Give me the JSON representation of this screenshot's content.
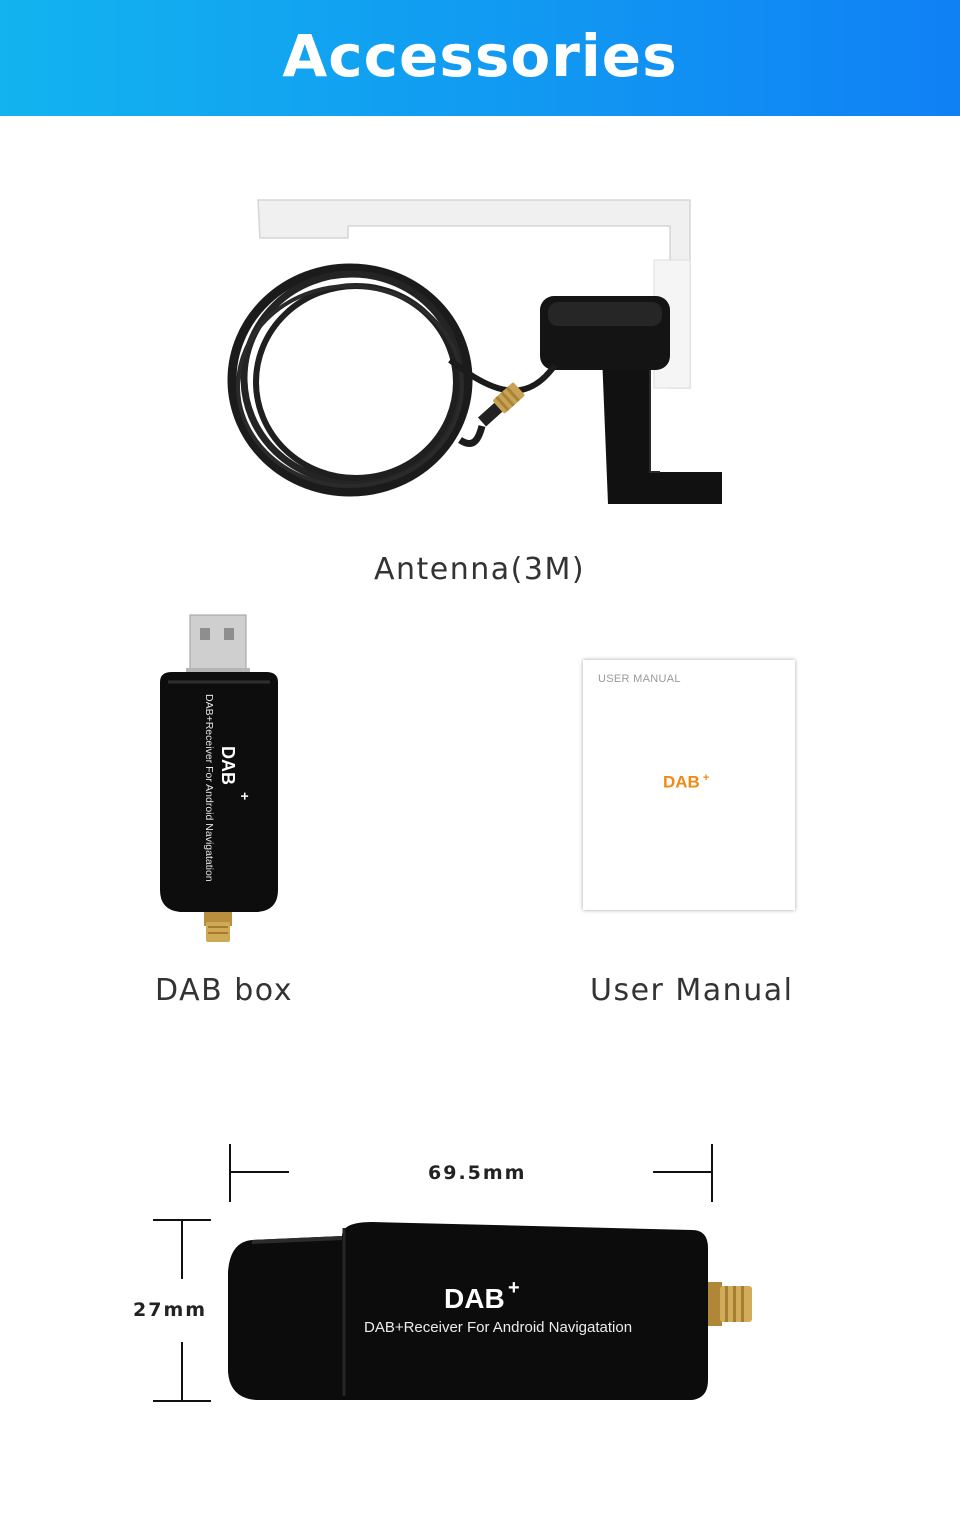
{
  "header": {
    "title": "Accessories"
  },
  "items": {
    "antenna": {
      "label": "Antenna(3M)"
    },
    "dab_box": {
      "label": "DAB box",
      "print": "DAB+Receiver For Android Navigatation",
      "logo": "DAB"
    },
    "manual": {
      "label": "User Manual",
      "heading": "USER MANUAL",
      "logo": "DAB"
    }
  },
  "dimensions": {
    "length": "69.5mm",
    "height": "27mm"
  },
  "colors": {
    "banner_start": "#12b3ef",
    "banner_end": "#1080f5",
    "logo_orange": "#f08a12",
    "device_black": "#0d0d0d"
  }
}
